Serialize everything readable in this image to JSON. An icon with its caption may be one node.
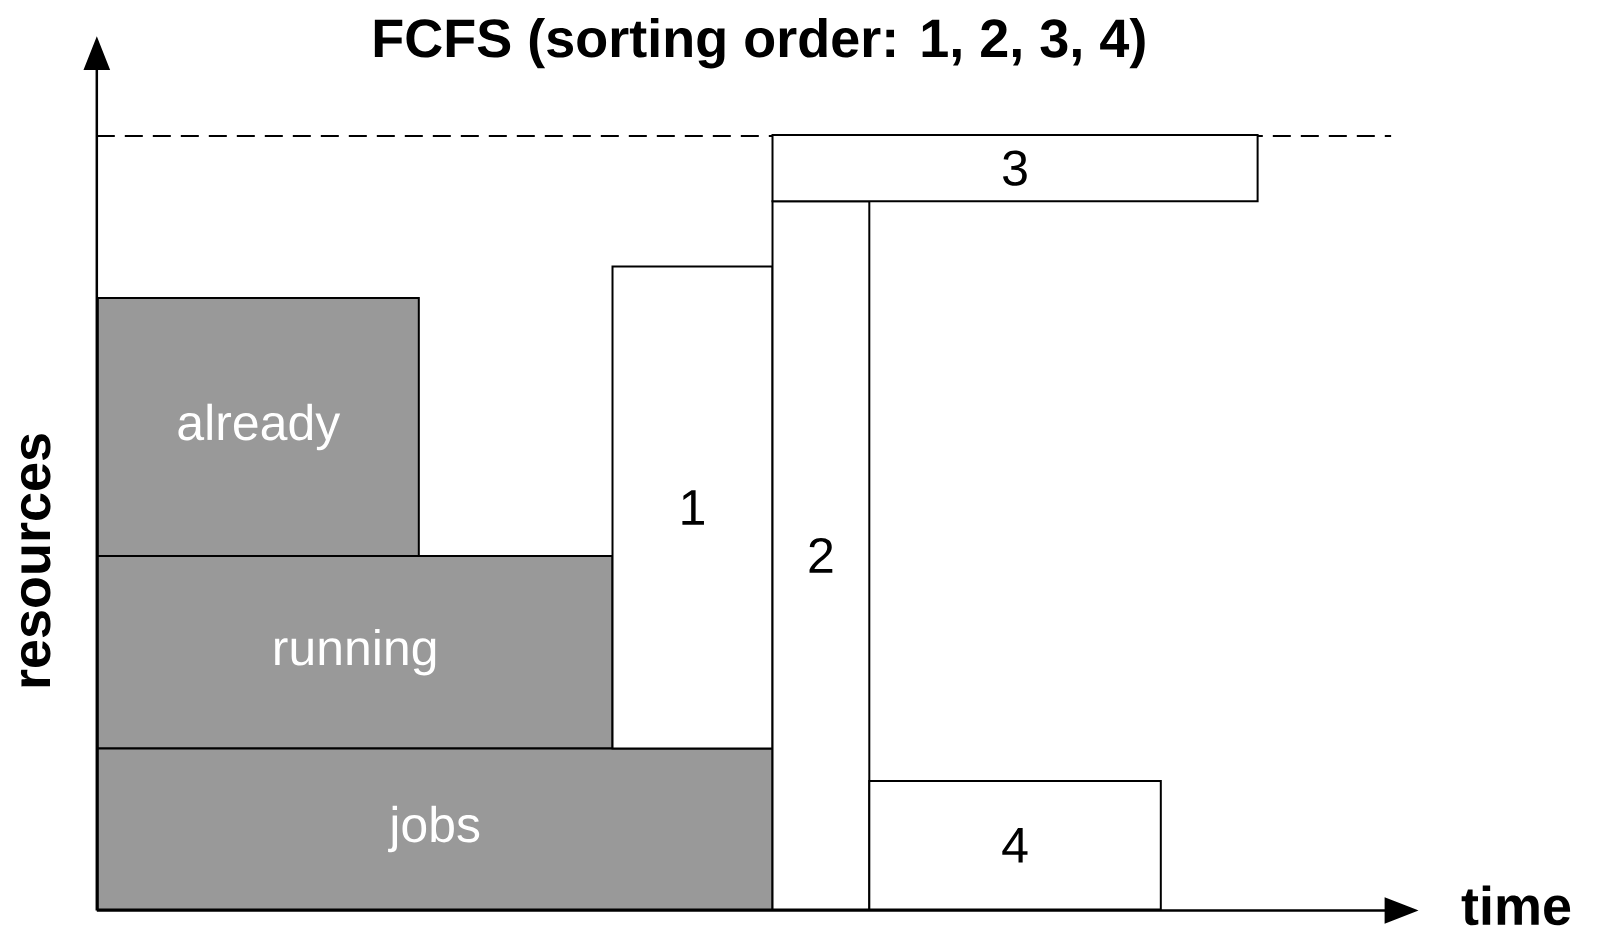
{
  "diagram": {
    "title": "FCFS (sorting order: 1, 2, 3, 4)",
    "nodes": [
      {
        "text": [
          "already"
        ]
      },
      {
        "text": [
          "running"
        ]
      },
      {
        "text": [
          "jobs"
        ]
      },
      {
        "text": [
          "1"
        ]
      },
      {
        "text": [
          "2"
        ]
      },
      {
        "text": [
          "3"
        ]
      },
      {
        "text": [
          "4"
        ]
      }
    ],
    "labels": [
      "resources",
      "time"
    ]
  }
}
